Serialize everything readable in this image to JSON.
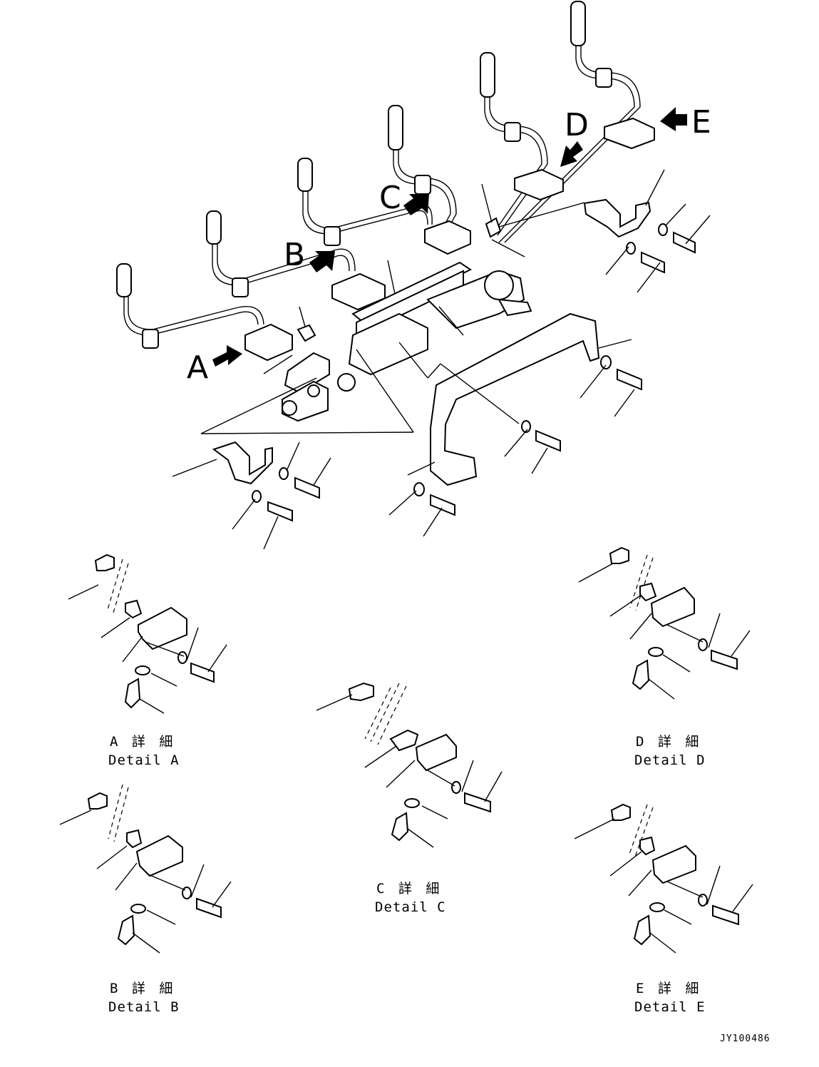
{
  "callouts": {
    "a": "A",
    "b": "B",
    "c": "C",
    "d": "D",
    "e": "E"
  },
  "details": {
    "a": {
      "jp": "A 詳 細",
      "en": "Detail A"
    },
    "b": {
      "jp": "B 詳 細",
      "en": "Detail B"
    },
    "c": {
      "jp": "C 詳 細",
      "en": "Detail C"
    },
    "d": {
      "jp": "D 詳 細",
      "en": "Detail D"
    },
    "e": {
      "jp": "E 詳 細",
      "en": "Detail E"
    }
  },
  "drawing_code": "JY100486"
}
